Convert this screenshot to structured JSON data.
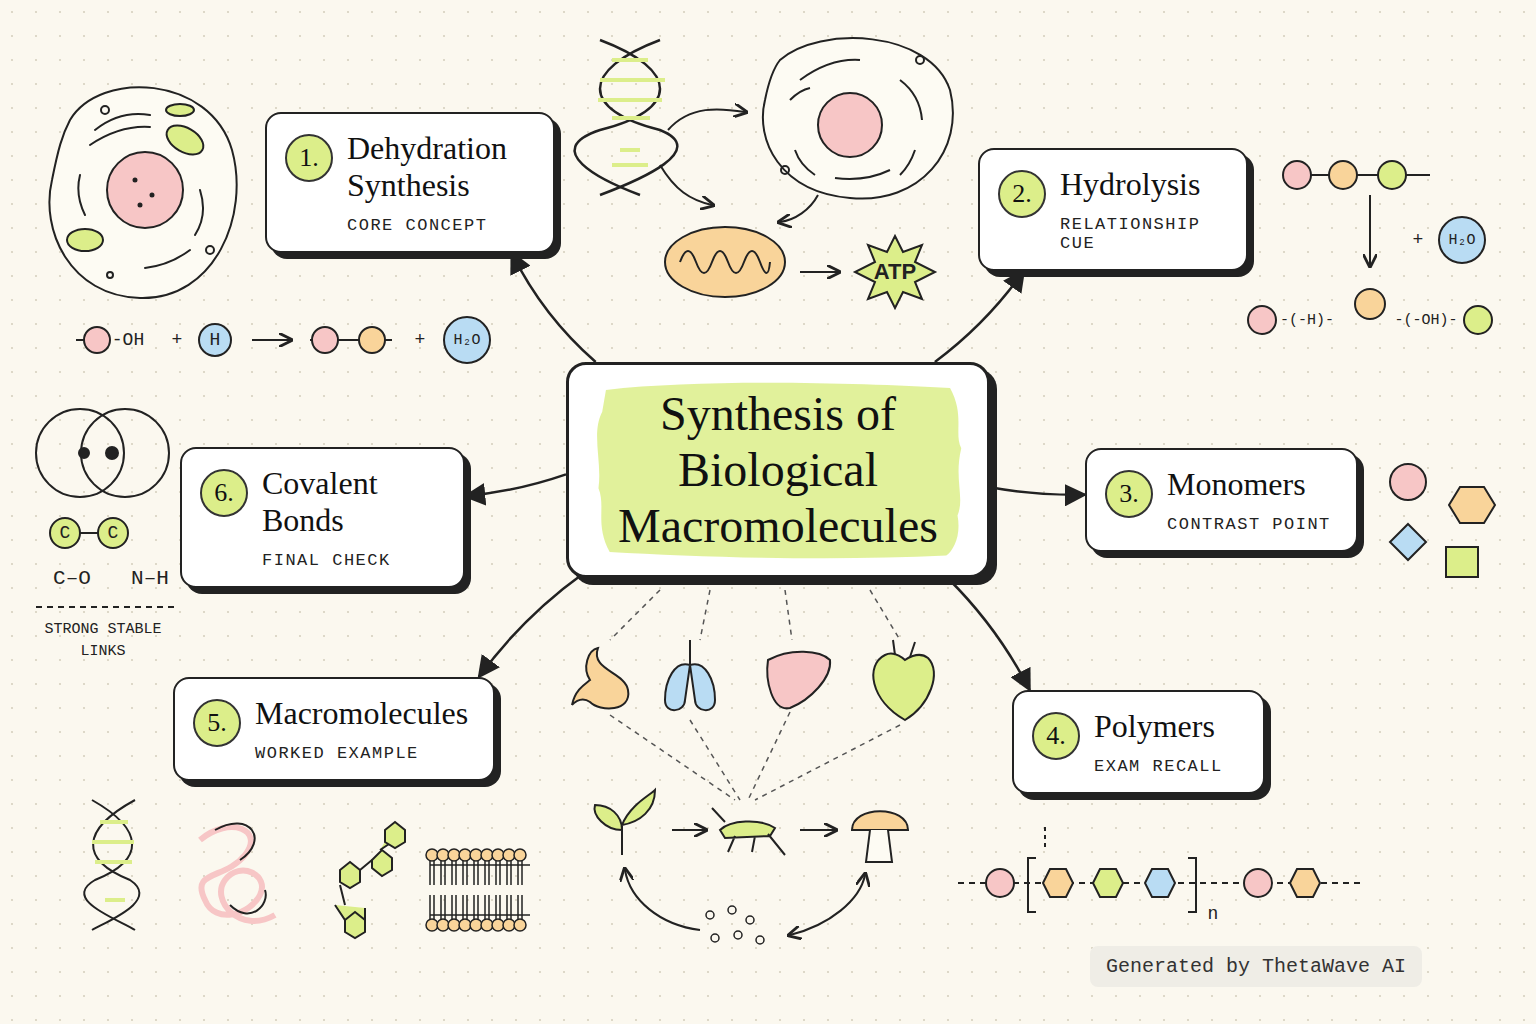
{
  "diagram": {
    "nodes": [
      {
        "text": [
          "Synthesis of Biological Macromolecules"
        ]
      },
      {
        "text": [
          "1.",
          "Dehydration Synthesis",
          "CORE CONCEPT"
        ]
      },
      {
        "text": [
          "2.",
          "Hydrolysis",
          "RELATIONSHIP CUE"
        ]
      },
      {
        "text": [
          "3.",
          "Monomers",
          "CONTRAST POINT"
        ]
      },
      {
        "text": [
          "4.",
          "Polymers",
          "EXAM RECALL"
        ]
      },
      {
        "text": [
          "5.",
          "Macromolecules",
          "WORKED EXAMPLE"
        ]
      },
      {
        "text": [
          "6.",
          "Covalent Bonds",
          "FINAL CHECK"
        ]
      }
    ],
    "edges": [
      {
        "from": 0,
        "to": 1,
        "arrow": "to"
      },
      {
        "from": 0,
        "to": 2,
        "arrow": "to"
      },
      {
        "from": 0,
        "to": 3,
        "arrow": "to"
      },
      {
        "from": 0,
        "to": 4,
        "arrow": "to"
      },
      {
        "from": 0,
        "to": 5,
        "arrow": "to"
      },
      {
        "from": 0,
        "to": 6,
        "arrow": "to"
      }
    ],
    "labels": [
      "-OH",
      "+",
      "H",
      "+",
      "H₂O",
      "ATP",
      "+",
      "H₂O",
      "-(-H)-",
      "-(-OH)-",
      "C",
      "C",
      "C–O",
      "N–H",
      "STRONG STABLE LINKS",
      "n",
      "Generated by ThetaWave AI"
    ]
  }
}
